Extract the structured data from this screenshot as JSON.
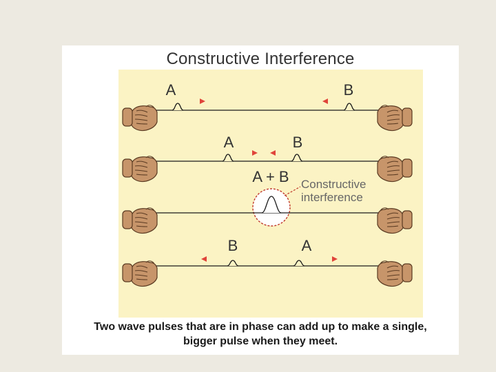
{
  "title": "Constructive Interference",
  "row1": {
    "left_label": "A",
    "right_label": "B"
  },
  "row2": {
    "left_label": "A",
    "right_label": "B"
  },
  "row3": {
    "label": "A + B",
    "annotation_line1": "Constructive",
    "annotation_line2": "interference"
  },
  "row4": {
    "left_label": "B",
    "right_label": "A"
  },
  "caption": {
    "line1": "Two wave pulses that are in phase can add up to make a single,",
    "line2": "bigger pulse when they meet."
  },
  "colors": {
    "panel": "#fbf3c4",
    "arrow": "#e0443a",
    "rope": "#1a1a1a",
    "hand": "#c7956a",
    "circle": "#c0392b",
    "annotation": "#666666"
  }
}
